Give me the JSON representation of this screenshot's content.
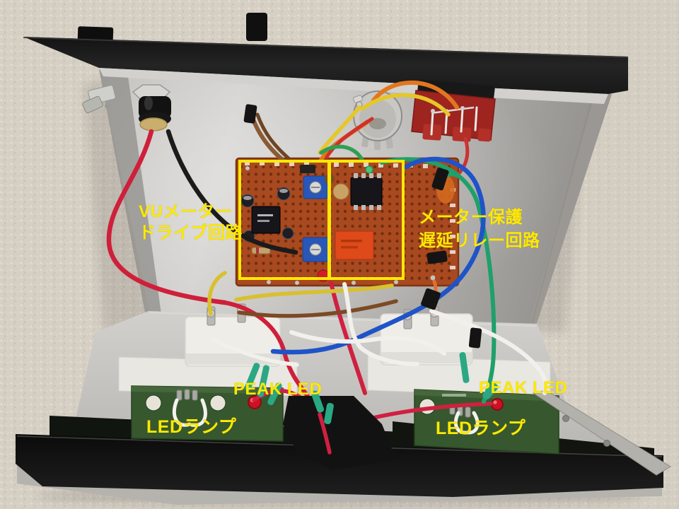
{
  "annotations": {
    "highlight_color": "#fde903",
    "vu_drive_label": "VUメーター\nドライブ回路",
    "meter_protect_label": "メーター保護\n遅延リレー回路",
    "peak_led_left": "PEAK LED",
    "peak_led_right": "PEAK LED",
    "led_lamp_left": "LEDランプ",
    "led_lamp_right": "LEDランプ"
  }
}
